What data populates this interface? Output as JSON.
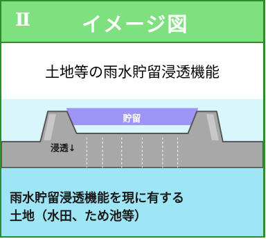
{
  "header": {
    "numeral": "Ⅱ",
    "title": "イメージ図"
  },
  "subtitle": "土地等の雨水貯留浸透機能",
  "diagram": {
    "storage_label": "貯留",
    "infiltration_label": "浸透↓"
  },
  "caption": {
    "line1": "雨水貯留浸透機能を現に有する",
    "line2": "土地（水田、ため池等）"
  },
  "colors": {
    "header_bg": "#7ee07e",
    "border": "#2e8b2e",
    "sky": "#d8f6fc",
    "water": "#9e96f6",
    "ground": "#a8a8a8",
    "lower_band": "#9ee6f6"
  }
}
